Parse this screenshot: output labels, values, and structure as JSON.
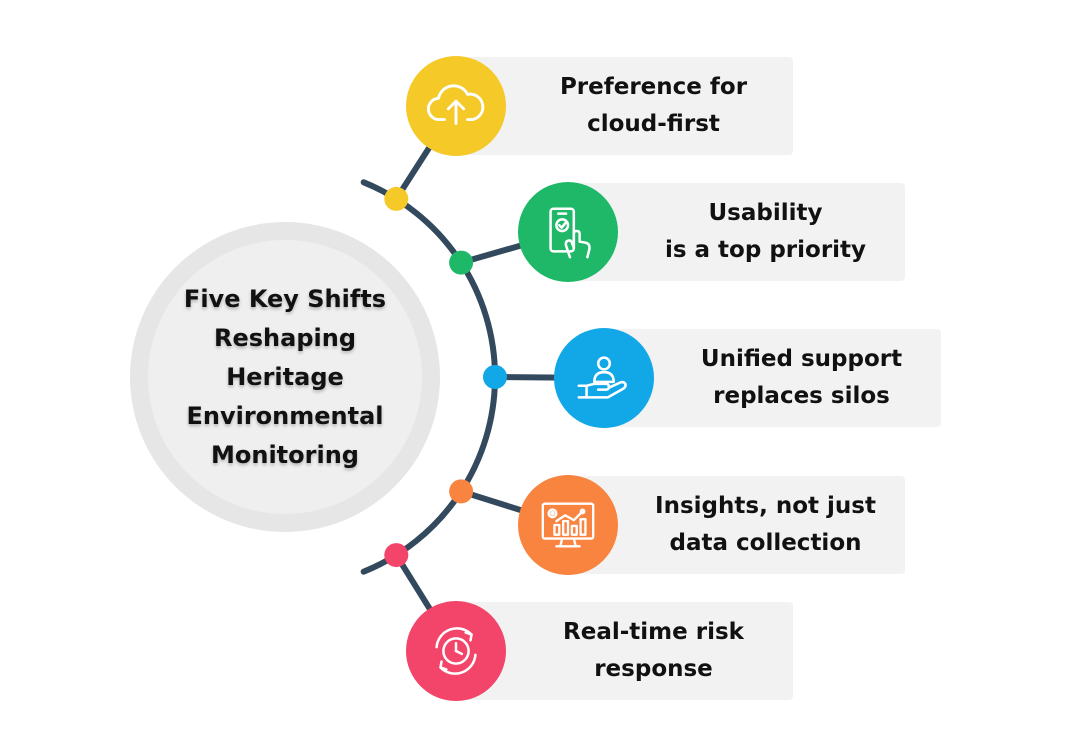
{
  "hub": {
    "title_lines": [
      "Five Key Shifts",
      "Reshaping",
      "Heritage",
      "Environmental",
      "Monitoring"
    ]
  },
  "steps": [
    {
      "lines": [
        "Preference for",
        "cloud-first"
      ],
      "color": "#f4c928",
      "icon": "cloud-upload-icon"
    },
    {
      "lines": [
        "Usability",
        "is a top priority"
      ],
      "color": "#1fb868",
      "icon": "phone-touch-icon"
    },
    {
      "lines": [
        "Unified support",
        "replaces silos"
      ],
      "color": "#12a8e8",
      "icon": "hand-support-icon"
    },
    {
      "lines": [
        "Insights, not just",
        "data collection"
      ],
      "color": "#f98440",
      "icon": "analytics-monitor-icon"
    },
    {
      "lines": [
        "Real-time risk",
        "response"
      ],
      "color": "#f34469",
      "icon": "clock-refresh-icon"
    }
  ],
  "colors": {
    "arc": "#33495d",
    "hub_outer": "#e6e6e6",
    "hub_inner": "#efeff0",
    "label_bg": "#f2f2f3"
  }
}
